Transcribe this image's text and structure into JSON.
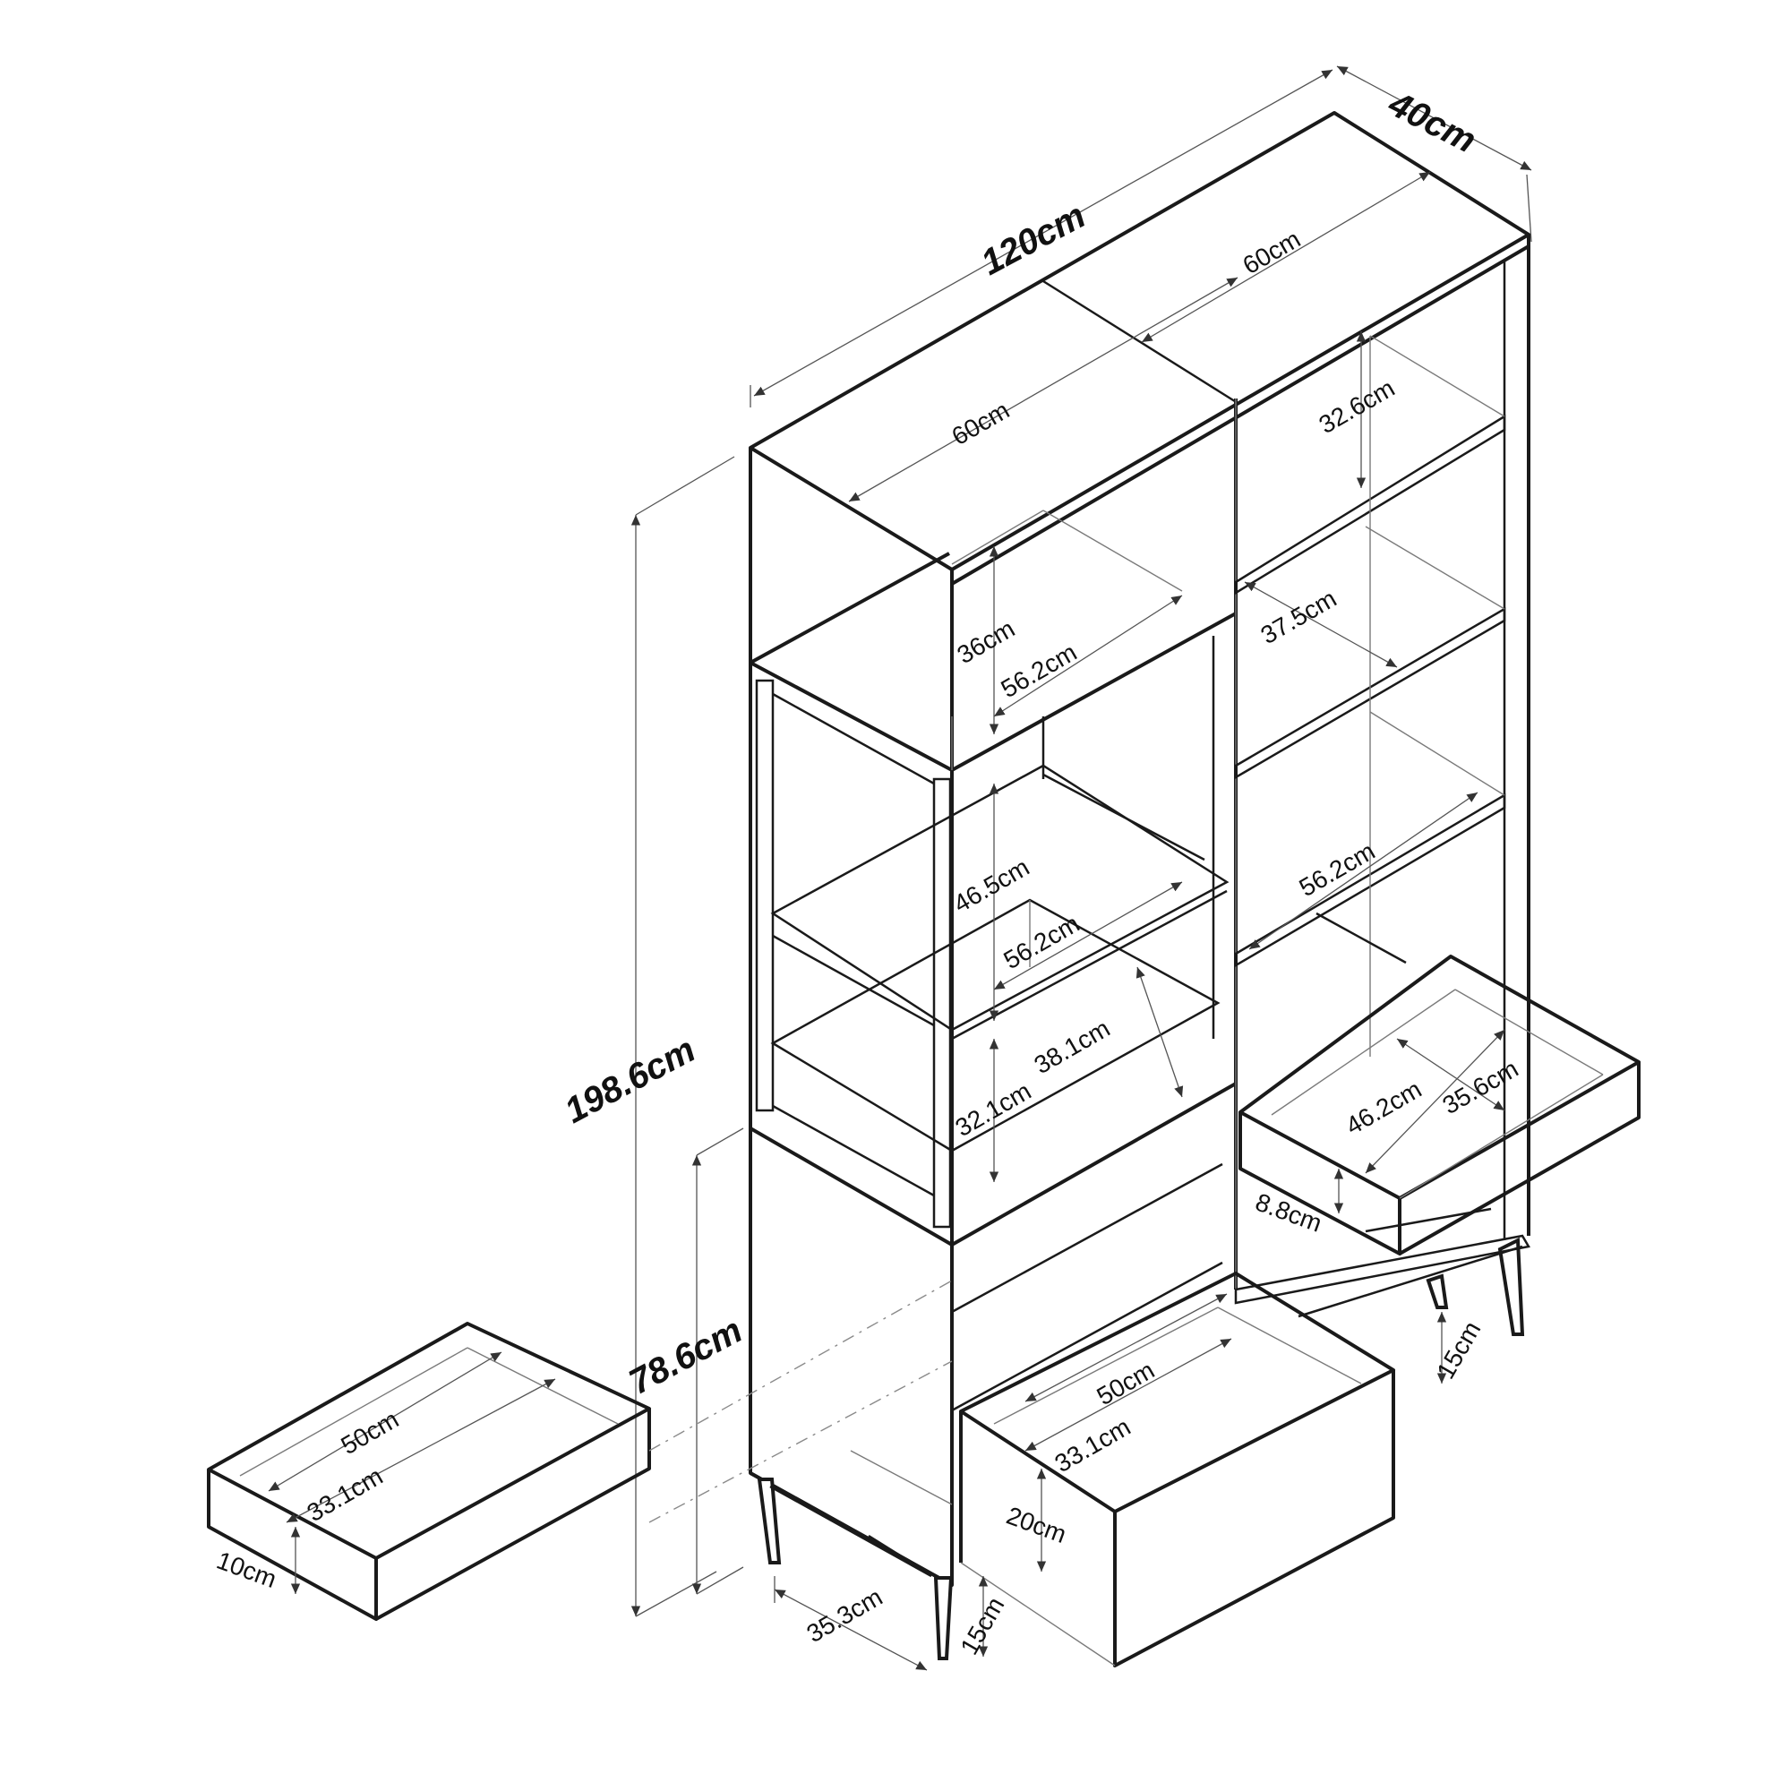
{
  "labels": {
    "overall_width": "120cm",
    "overall_depth": "40cm",
    "overall_height": "198.6cm",
    "lower_height": "78.6cm",
    "left_top_width": "60cm",
    "right_top_width": "60cm",
    "left_upper_height": "36cm",
    "left_upper_depth": "56.2cm",
    "left_middle_height": "46.5cm",
    "left_middle_depth": "56.2cm",
    "left_lower_height": "32.1cm",
    "left_lower_depth": "38.1cm",
    "right_top_height": "32.6cm",
    "right_middle_height": "37.5cm",
    "right_lower_depth": "56.2cm",
    "upper_drawer_width": "46.2cm",
    "upper_drawer_depth": "35.6cm",
    "upper_drawer_height": "8.8cm",
    "lower_drawer_width": "50cm",
    "lower_drawer_depth": "33.1cm",
    "lower_drawer_height": "20cm",
    "lower_leg_height": "15cm",
    "right_leg_height": "15cm",
    "leg_spread": "35.3cm",
    "detached_drawer_width": "50cm",
    "detached_drawer_depth": "33.1cm",
    "detached_drawer_height": "10cm"
  }
}
